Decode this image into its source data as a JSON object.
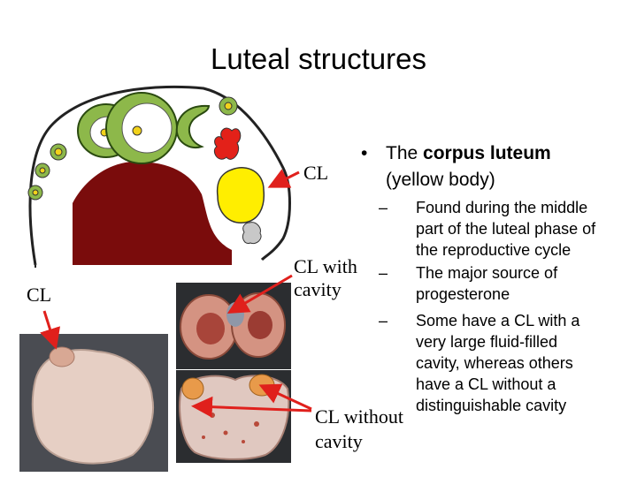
{
  "slide": {
    "title": "Luteal structures",
    "labels": {
      "cl_top": "CL",
      "cl_left": "CL",
      "cl_with_cavity_1": "CL with",
      "cl_with_cavity_2": "cavity",
      "cl_without_1": "CL without",
      "cl_without_2": "cavity"
    },
    "main_bullet": {
      "marker": "•",
      "line1_prefix": "The ",
      "line1_bold": "corpus luteum",
      "line2": "(yellow body)"
    },
    "sub_bullets": [
      {
        "marker": "–",
        "lines": [
          "Found during the middle",
          "part of the luteal phase of",
          "the reproductive cycle"
        ]
      },
      {
        "marker": "–",
        "lines": [
          "The major source of",
          "progesterone"
        ]
      },
      {
        "marker": "–",
        "lines": [
          "Some have a CL with a",
          "very large fluid-filled",
          "cavity, whereas others",
          "have a CL without a",
          "distinguishable cavity"
        ]
      }
    ]
  },
  "colors": {
    "arrow": "#e0201c",
    "follicle_green": "#8db84a",
    "corpus_red": "#e32119",
    "corpus_yellow": "#ffee00",
    "corpus_albicans": "#7a0c0c"
  }
}
